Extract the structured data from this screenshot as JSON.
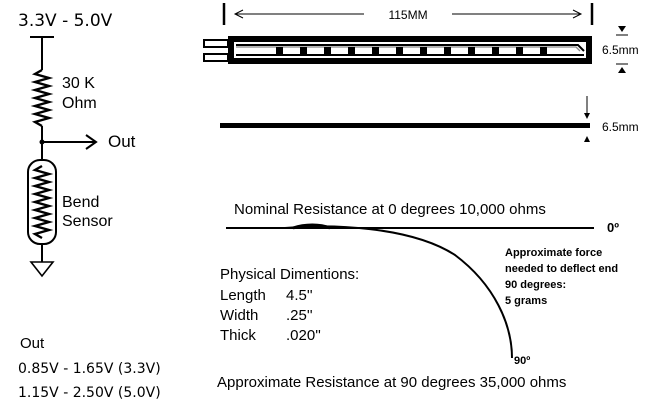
{
  "circuit": {
    "supply_label": "3.3V - 5.0V",
    "resistor_value": "30 K",
    "resistor_unit": "Ohm",
    "out_label": "Out",
    "sensor_label_1": "Bend",
    "sensor_label_2": "Sensor"
  },
  "output_ranges": {
    "heading": "Out",
    "range_33": "0.85V - 1.65V (3.3V)",
    "range_50": "1.15V - 2.50V (5.0V)"
  },
  "dimensions": {
    "length_label": "115MM",
    "height_label_top": "6.5mm",
    "height_label_side": "6.5mm"
  },
  "deflection": {
    "nominal_text": "Nominal Resistance at 0 degrees 10,000 ohms",
    "zero_degree": "0º",
    "force_lines": [
      "Approximate force",
      "needed to deflect end",
      "90 degrees:",
      "5 grams"
    ],
    "ninety_degree": "90º",
    "approx_text": "Approximate Resistance at 90 degrees 35,000 ohms"
  },
  "physical": {
    "heading": "Physical Dimentions:",
    "rows": [
      {
        "name": "Length",
        "value": "4.5''"
      },
      {
        "name": "Width",
        "value": ".25''"
      },
      {
        "name": "Thick",
        "value": ".020''"
      }
    ]
  }
}
